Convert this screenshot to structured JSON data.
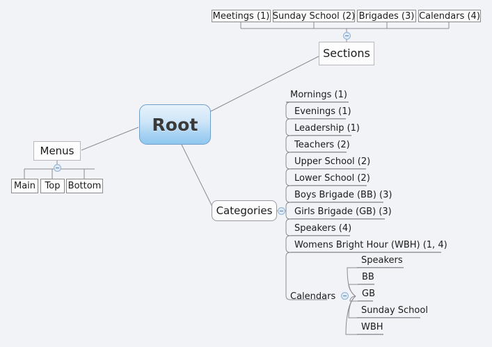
{
  "canvas": {
    "background": "#f2f3f7",
    "root_accent": "#8ec7ef",
    "line_color": "#8a8a93",
    "toggle_color": "#8fb4d6"
  },
  "root": {
    "label": "Root"
  },
  "branches": {
    "sections": {
      "label": "Sections",
      "toggle": "collapse-toggle",
      "children": [
        {
          "label": "Meetings (1)"
        },
        {
          "label": "Sunday School (2)"
        },
        {
          "label": "Brigades (3)"
        },
        {
          "label": "Calendars (4)"
        }
      ]
    },
    "menus": {
      "label": "Menus",
      "toggle": "collapse-toggle",
      "children": [
        {
          "label": "Main"
        },
        {
          "label": "Top"
        },
        {
          "label": "Bottom"
        }
      ]
    },
    "categories": {
      "label": "Categories",
      "toggle": "collapse-toggle",
      "children": [
        {
          "label": "Mornings (1)"
        },
        {
          "label": "Evenings (1)"
        },
        {
          "label": "Leadership (1)"
        },
        {
          "label": "Teachers (2)"
        },
        {
          "label": "Upper School (2)"
        },
        {
          "label": "Lower School (2)"
        },
        {
          "label": "Boys Brigade (BB) (3)"
        },
        {
          "label": "Girls Brigade (GB) (3)"
        },
        {
          "label": "Speakers (4)"
        },
        {
          "label": "Womens Bright Hour (WBH) (1, 4)"
        },
        {
          "label": "Calendars"
        }
      ],
      "calendars": {
        "label": "Calendars",
        "toggle": "collapse-toggle",
        "children": [
          {
            "label": "Speakers"
          },
          {
            "label": "BB"
          },
          {
            "label": "GB"
          },
          {
            "label": "Sunday School"
          },
          {
            "label": "WBH"
          }
        ]
      }
    }
  }
}
